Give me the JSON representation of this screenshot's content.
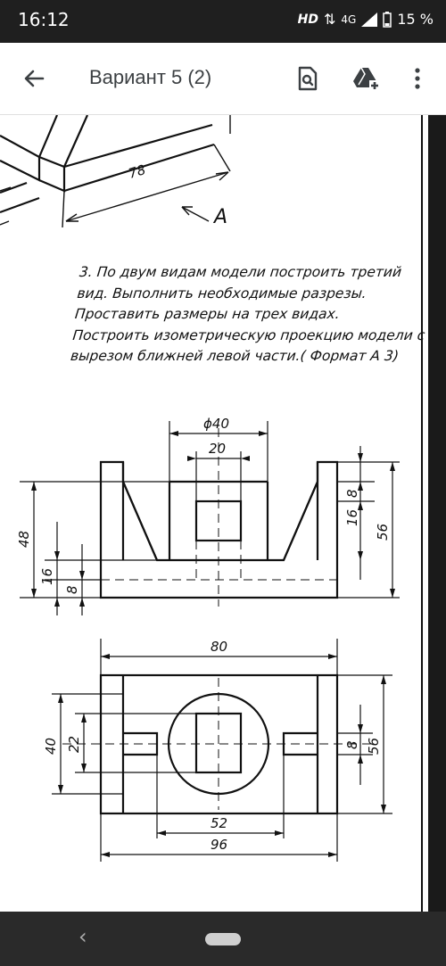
{
  "status": {
    "time": "16:12",
    "hd": "HD",
    "network": "4G",
    "battery": "15 %"
  },
  "appbar": {
    "title": "Вариант 5 (2)"
  },
  "icons": {
    "back": "arrow-left-icon",
    "lens": "document-search-icon",
    "drive": "drive-add-icon",
    "menu": "more-vertical-icon",
    "nav_back": "chevron-left-icon",
    "home": "home-pill-icon"
  },
  "drawing": {
    "iso_dim": "78",
    "view_label": "A",
    "assignment": [
      "3.  По двум видам модели построить третий",
      "вид. Выполнить необходимые разрезы.",
      "Проставить размеры на трех видах.",
      "Построить изометрическую проекцию модели с",
      "вырезом ближней левой части.( Формат А 3)"
    ],
    "front": {
      "d40": "ϕ40",
      "d20": "20",
      "d48": "48",
      "d16": "16",
      "d8": "8",
      "r8": "8",
      "r16": "16",
      "r56": "56"
    },
    "top": {
      "d80": "80",
      "d40": "40",
      "d22": "22",
      "d8": "8",
      "d56": "56",
      "d52": "52",
      "d96": "96"
    }
  },
  "navbar": {
    "back": "‹"
  }
}
